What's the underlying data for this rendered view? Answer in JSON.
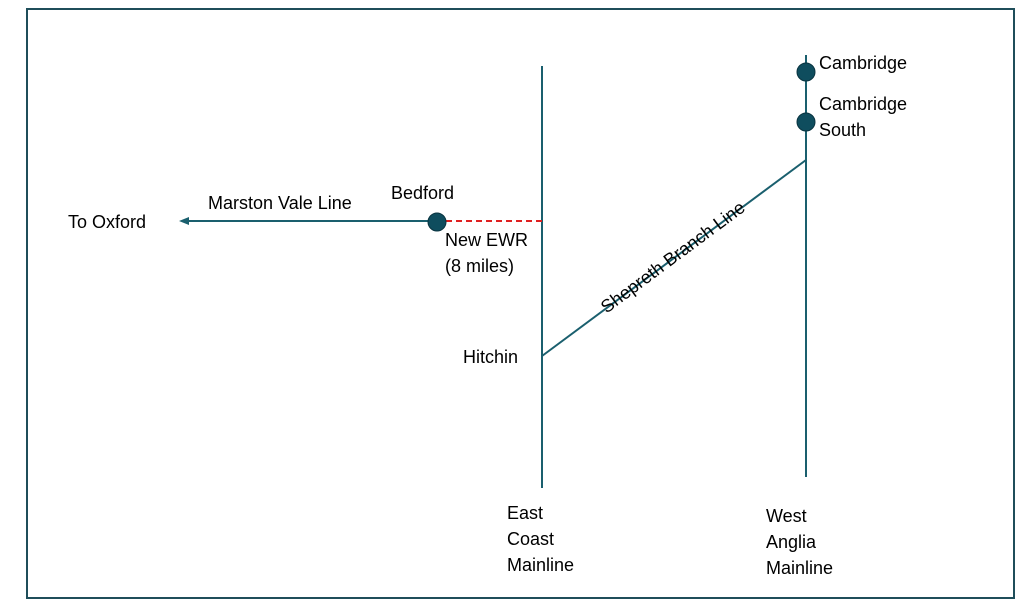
{
  "colors": {
    "line": "#1a5f6e",
    "station_fill": "#0f4d5e",
    "proposed_link": "#e02020",
    "frame": "#1f4e5a"
  },
  "labels": {
    "to_oxford": "To Oxford",
    "marston_vale_line": "Marston Vale Line",
    "bedford": "Bedford",
    "new_ewr": "New EWR\n(8 miles)",
    "hitchin": "Hitchin",
    "shepreth_branch_line": "Shepreth Branch Line",
    "cambridge": "Cambridge",
    "cambridge_south": "Cambridge\nSouth",
    "east_coast_mainline": "East\nCoast\nMainline",
    "west_anglia_mainline": "West\nAnglia\nMainline"
  }
}
